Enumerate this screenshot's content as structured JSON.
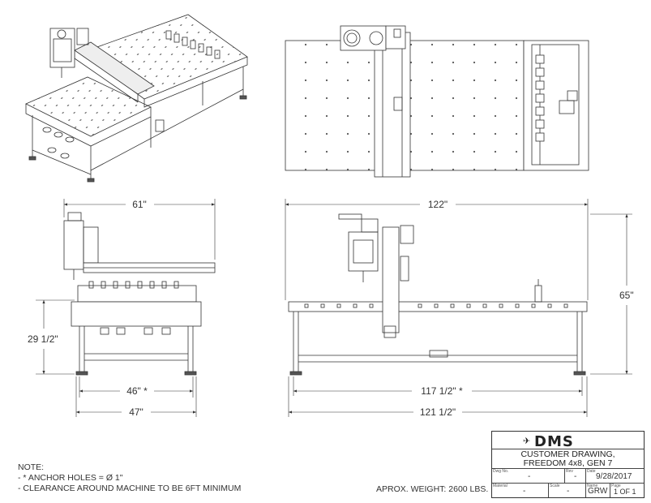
{
  "dimensions": {
    "top_width": "61\"",
    "top_length": "122\"",
    "height": "65\"",
    "table_height": "29 1/2\"",
    "anchor_width": "46\" *",
    "base_width": "47\"",
    "anchor_length": "117 1/2\" *",
    "base_length": "121 1/2\""
  },
  "notes": {
    "heading": "NOTE:",
    "line1": "- * ANCHOR HOLES = Ø 1\"",
    "line2": "- CLEARANCE AROUND MACHINE TO BE 6FT MINIMUM"
  },
  "weight": "APROX. WEIGHT: 2600 LBS.",
  "title_block": {
    "logo": "DMS",
    "title_line1": "CUSTOMER DRAWING,",
    "title_line2": "FREEDOM 4x8, GEN 7",
    "dwg_no_label": "Dwg No.",
    "dwg_no": "-",
    "rev_label": "Rev",
    "rev": "-",
    "date_label": "Date",
    "date": "9/28/2017",
    "material_label": "Material",
    "material": "-",
    "scale_label": "Scale",
    "scale": "-",
    "name_label": "Name",
    "name": "GRW",
    "page_label": "Page",
    "page": "1 OF 1"
  },
  "colors": {
    "line": "#333333",
    "brand": "#222222"
  }
}
